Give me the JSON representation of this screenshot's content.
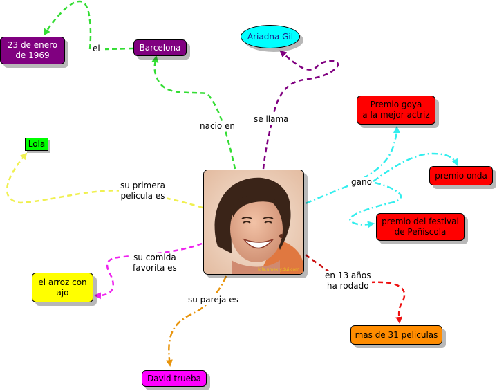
{
  "center": {
    "credit": "lola.umex.y.dui.com"
  },
  "nodes": {
    "birth_date": "23 de enero\nde 1969",
    "barcelona": "Barcelona",
    "ariadna": "Ariadna Gil",
    "lola": "Lola",
    "premio_goya": "Premio goya\na la mejor actriz",
    "premio_onda": "premio onda",
    "premio_peniscola": "premio del festival\nde Peñiscola",
    "arroz": "el arroz con\najo",
    "david": "David trueba",
    "peliculas": "mas de 31 peliculas"
  },
  "links": {
    "el": "el",
    "nacio_en": "nacio en",
    "se_llama": "se llama",
    "su_primera": "su primera\npelicula es",
    "gano": "gano",
    "su_comida": "su comida\nfavorita es",
    "su_pareja": "su pareja es",
    "en_13": "en 13 años\nha rodado"
  },
  "colors": {
    "purple_node": "#800080",
    "cyan_node": "#00ffff",
    "green_node": "#00ff00",
    "red_node": "#ff0000",
    "yellow_node": "#ffff00",
    "magenta_node": "#ff00ff",
    "orange_node": "#ff8c00",
    "green_link": "#33dd33",
    "purple_link": "#800080",
    "yellow_link": "#f0f050",
    "cyan_link": "#33eeee",
    "magenta_link": "#ee22ee",
    "orange_link": "#e8940c",
    "red_link": "#cc1111",
    "red_link_end": "#ee1111"
  }
}
